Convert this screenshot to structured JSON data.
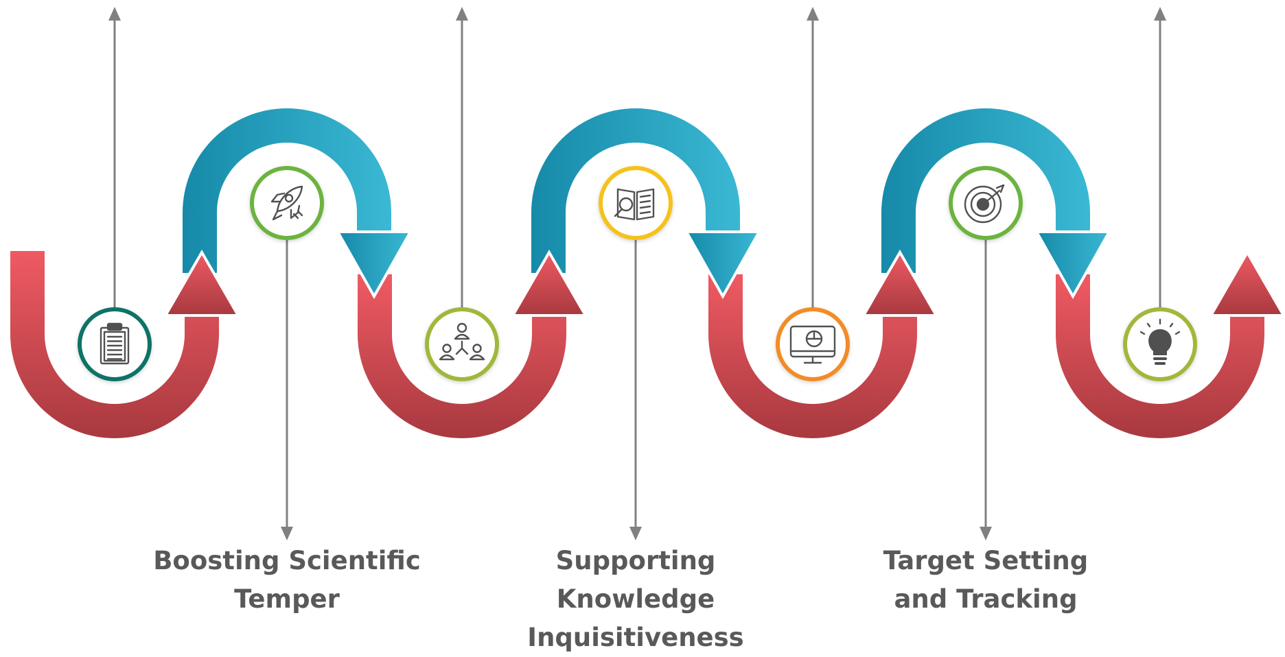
{
  "steps": [
    {
      "id": "step-1",
      "icon": "clipboard-icon",
      "ring_color": "#0f7366",
      "label_lines": []
    },
    {
      "id": "step-2",
      "icon": "rocket-icon",
      "ring_color": "#6cb33f",
      "label_lines": [
        "Boosting Scientific",
        "Temper"
      ]
    },
    {
      "id": "step-3",
      "icon": "team-network-icon",
      "ring_color": "#9fb83a",
      "label_lines": []
    },
    {
      "id": "step-4",
      "icon": "book-search-icon",
      "ring_color": "#f5c21a",
      "label_lines": [
        "Supporting Knowledge",
        "Inquisitiveness"
      ]
    },
    {
      "id": "step-5",
      "icon": "monitor-chart-icon",
      "ring_color": "#f28c28",
      "label_lines": []
    },
    {
      "id": "step-6",
      "icon": "target-icon",
      "ring_color": "#6cb33f",
      "label_lines": [
        "Target Setting",
        "and Tracking"
      ]
    },
    {
      "id": "step-7",
      "icon": "lightbulb-icon",
      "ring_color": "#a4b63a",
      "label_lines": []
    }
  ],
  "colors": {
    "red_top": "#ef5a63",
    "red_bottom": "#a8393f",
    "blue_left": "#168aa8",
    "blue_right": "#3ab8d4",
    "connector": "#808080",
    "icon": "#505050"
  }
}
